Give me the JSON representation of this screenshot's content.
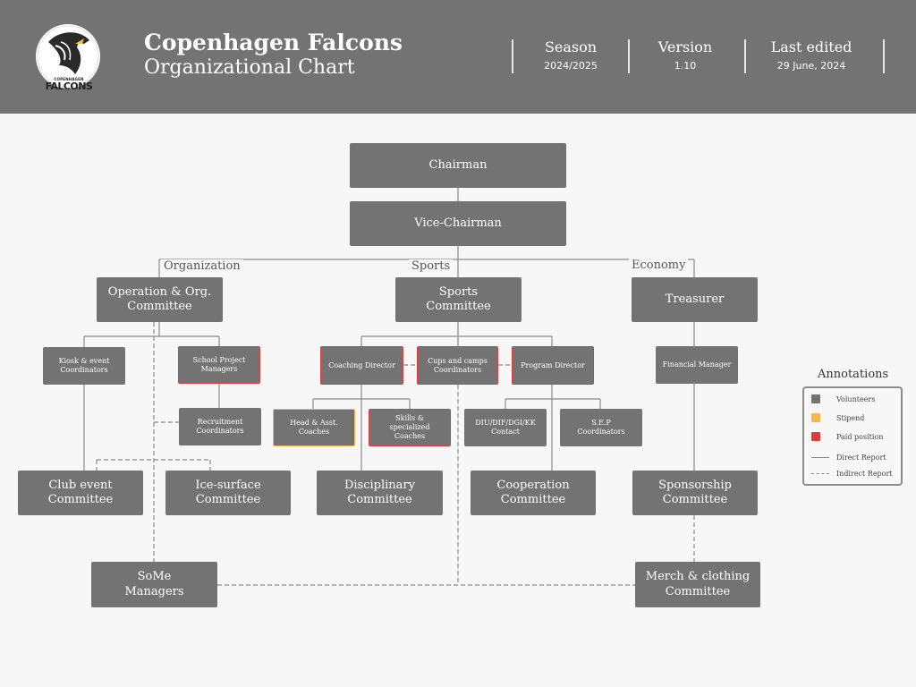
{
  "header": {
    "logo_small": "COPENHAGEN",
    "logo_big": "FALCONS",
    "title": "Copenhagen Falcons",
    "subtitle": "Organizational Chart",
    "meta": [
      {
        "label": "Season",
        "value": "2024/2025"
      },
      {
        "label": "Version",
        "value": "1.10"
      },
      {
        "label": "Last edited",
        "value": "29 June, 2024"
      }
    ]
  },
  "chart": {
    "groups": {
      "organization": "Organization",
      "sports": "Sports",
      "economy": "Economy"
    },
    "nodes": {
      "chairman": "Chairman",
      "vice_chairman": "Vice-Chairman",
      "operation_committee": "Operation & Org. Committee",
      "sports_committee": "Sports Committee",
      "treasurer": "Treasurer",
      "kiosk_coordinators": "Kiosk & event Coordinators",
      "school_project_managers": "School Project Managers",
      "recruitment_coordinators": "Recruitment Coordinators",
      "coaching_director": "Coaching Director",
      "cups_camps_coordinators": "Cups and camps Coordinators",
      "program_director": "Program Director",
      "head_coaches": "Head & Asst. Coaches",
      "skills_coaches": "Skills & specialized Coaches",
      "diu_contact": "DIU/DIF/DGI/KK Contact",
      "sep_coordinators": "S.E.P Coordinators",
      "financial_manager": "Financial Manager",
      "club_event_committee": "Club event Committee",
      "ice_surface_committee": "Ice-surface Committee",
      "disciplinary_committee": "Disciplinary Committee",
      "cooperation_committee": "Cooperation Committee",
      "sponsorship_committee": "Sponsorship Committee",
      "some_managers": "SoMe Managers",
      "merch_committee": "Merch & clothing Committee"
    }
  },
  "annotations": {
    "title": "Annotations",
    "items": [
      {
        "label": "Volunteers",
        "color": "#737373"
      },
      {
        "label": "Stipend",
        "color": "#f5b74e"
      },
      {
        "label": "Paid position",
        "color": "#e23b3b"
      },
      {
        "label": "Direct Report"
      },
      {
        "label": "Indirect Report"
      }
    ]
  }
}
